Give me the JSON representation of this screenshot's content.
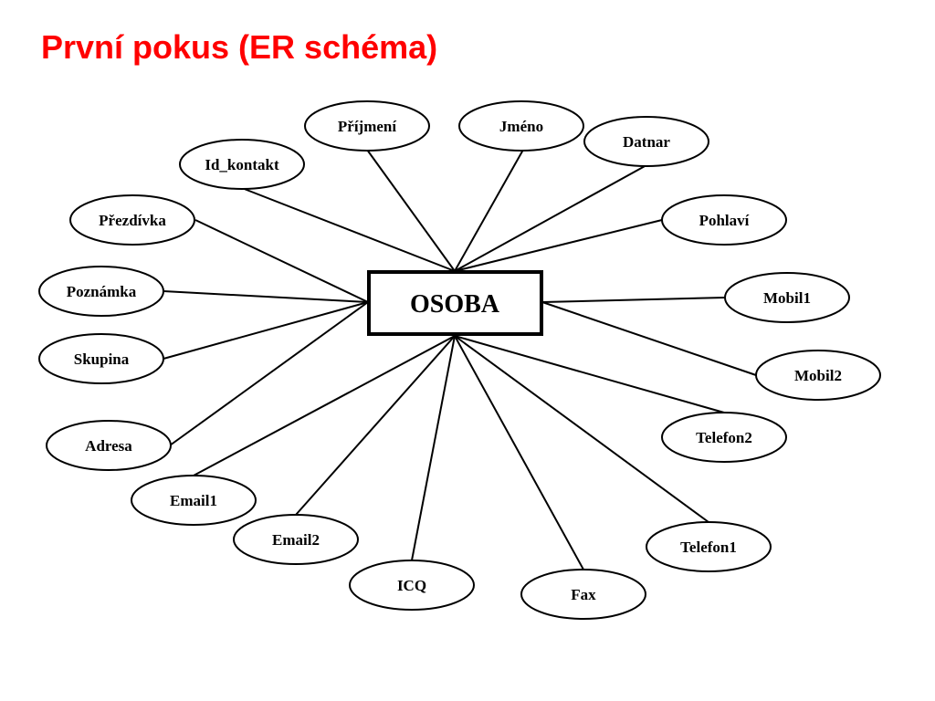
{
  "slide": {
    "title": "První pokus (ER schéma)",
    "title_color": "#ff0000"
  },
  "diagram": {
    "entity": {
      "label": "OSOBA"
    },
    "attributes": [
      "Příjmení",
      "Jméno",
      "Datnar",
      "Id_kontakt",
      "Přezdívka",
      "Pohlaví",
      "Poznámka",
      "Mobil1",
      "Skupina",
      "Mobil2",
      "Telefon2",
      "Adresa",
      "Email1",
      "Email2",
      "Telefon1",
      "ICQ",
      "Fax"
    ],
    "line_color": "#000000",
    "fill_color": "#ffffff"
  }
}
